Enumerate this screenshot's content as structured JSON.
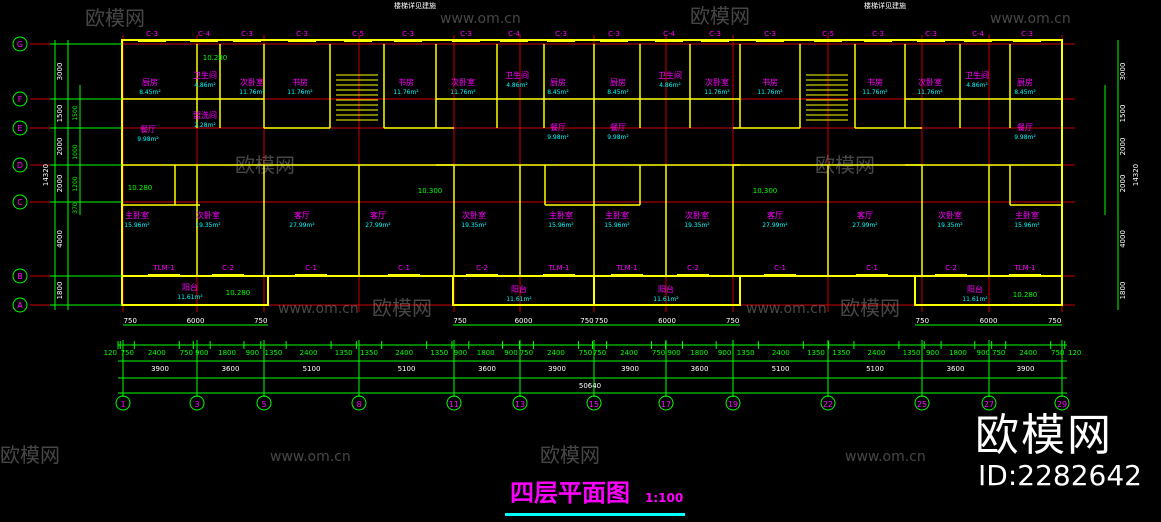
{
  "drawing": {
    "title": "四层平面图",
    "scale": "1:100",
    "stair_note": "楼梯详见建施",
    "axes_columns": [
      "1",
      "3",
      "5",
      "8",
      "11",
      "13",
      "15",
      "17",
      "19",
      "22",
      "25",
      "27",
      "29"
    ],
    "axes_rows": [
      "G",
      "F",
      "E",
      "D",
      "C",
      "B",
      "A"
    ],
    "left_dims_outer": [
      "3000",
      "1500",
      "2000",
      "2000",
      "4000",
      "1800"
    ],
    "left_dims_inner": [
      "1500",
      "1000",
      "1200",
      "370"
    ],
    "left_total": "14320",
    "bottom_dims_detail": [
      "120",
      "750",
      "2400",
      "750",
      "900",
      "1800",
      "900",
      "1350",
      "2400",
      "1350",
      "1350",
      "2400",
      "1350",
      "900",
      "1800",
      "900",
      "750",
      "2400",
      "750",
      "750",
      "2400",
      "750",
      "900",
      "1800",
      "900",
      "1350",
      "2400",
      "1350",
      "1350",
      "2400",
      "1350",
      "900",
      "1800",
      "900",
      "750",
      "2400",
      "750",
      "120"
    ],
    "bottom_dims_axis": [
      "3900",
      "3600",
      "5100",
      "5100",
      "3600",
      "3900",
      "3900",
      "3600",
      "5100",
      "5100",
      "3600",
      "3900"
    ],
    "bottom_total": "50640",
    "balcony_dims": [
      "750",
      "6000",
      "750"
    ],
    "elevations": [
      "10.280",
      "10.300"
    ],
    "top_windows": [
      "C-3",
      "C-4",
      "C-3",
      "C-3",
      "C-5",
      "C-3",
      "C-3",
      "C-4",
      "C-3",
      "C-3",
      "C-4",
      "C-3",
      "C-3",
      "C-5",
      "C-3",
      "C-3",
      "C-4",
      "C-3"
    ],
    "bottom_windows": [
      "TLM-1",
      "C-2",
      "C-1",
      "C-1",
      "C-2",
      "TLM-1",
      "TLM-1",
      "C-2",
      "C-1",
      "C-1",
      "C-2",
      "TLM-1"
    ],
    "rooms": [
      {
        "name": "厨房",
        "area": "8.45m²"
      },
      {
        "name": "卫生间",
        "area": "4.86m²"
      },
      {
        "name": "次卧室",
        "area": "11.76m²"
      },
      {
        "name": "书房",
        "area": "11.76m²"
      },
      {
        "name": "书房",
        "area": "11.76m²"
      },
      {
        "name": "次卧室",
        "area": "11.76m²"
      },
      {
        "name": "卫生间",
        "area": "4.86m²"
      },
      {
        "name": "厨房",
        "area": "8.45m²"
      },
      {
        "name": "厨房",
        "area": "8.45m²"
      },
      {
        "name": "卫生间",
        "area": "4.86m²"
      },
      {
        "name": "次卧室",
        "area": "11.76m²"
      },
      {
        "name": "书房",
        "area": "11.76m²"
      },
      {
        "name": "书房",
        "area": "11.76m²"
      },
      {
        "name": "次卧室",
        "area": "11.76m²"
      },
      {
        "name": "卫生间",
        "area": "4.86m²"
      },
      {
        "name": "厨房",
        "area": "8.45m²"
      },
      {
        "name": "餐厅",
        "area": "9.98m²"
      },
      {
        "name": "盥洗间",
        "area": "2.28m²"
      },
      {
        "name": "餐厅",
        "area": "9.98m²"
      },
      {
        "name": "餐厅",
        "area": "9.98m²"
      },
      {
        "name": "餐厅",
        "area": "9.98m²"
      },
      {
        "name": "主卧室",
        "area": "15.96m²"
      },
      {
        "name": "次卧室",
        "area": "19.35m²"
      },
      {
        "name": "客厅",
        "area": "27.99m²"
      },
      {
        "name": "客厅",
        "area": "27.99m²"
      },
      {
        "name": "次卧室",
        "area": "19.35m²"
      },
      {
        "name": "主卧室",
        "area": "15.96m²"
      },
      {
        "name": "主卧室",
        "area": "15.96m²"
      },
      {
        "name": "次卧室",
        "area": "19.35m²"
      },
      {
        "name": "客厅",
        "area": "27.99m²"
      },
      {
        "name": "客厅",
        "area": "27.99m²"
      },
      {
        "name": "次卧室",
        "area": "19.35m²"
      },
      {
        "name": "主卧室",
        "area": "15.96m²"
      },
      {
        "name": "阳台",
        "area": "11.61m²"
      },
      {
        "name": "阳台",
        "area": "11.61m²"
      },
      {
        "name": "阳台",
        "area": "11.61m²"
      },
      {
        "name": "阳台",
        "area": "11.61m²"
      }
    ]
  },
  "watermark": {
    "brand": "欧模网",
    "site": "www.om.cn",
    "id": "ID:2282642"
  },
  "colors": {
    "background": "#000000",
    "axis": "#cc0000",
    "wall": "#ffff00",
    "dimension": "#00ff00",
    "room_name": "#ff00ff",
    "area": "#00ffff",
    "title_underline": "#00ffff"
  }
}
